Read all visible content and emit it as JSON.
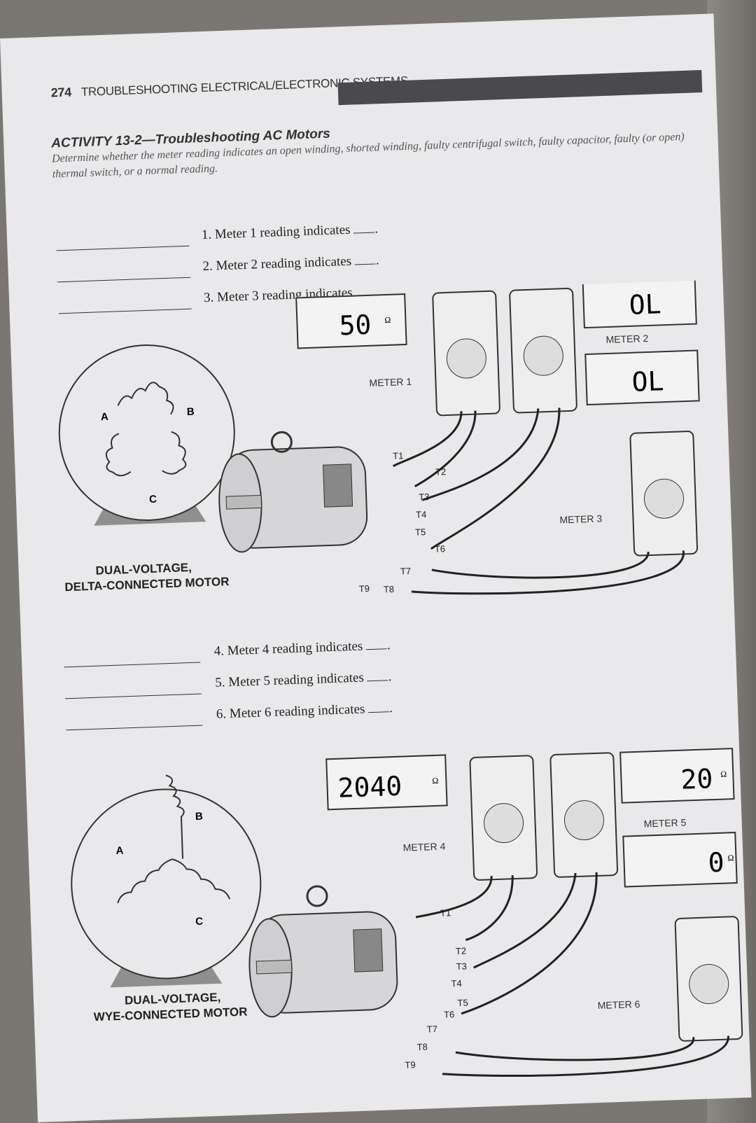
{
  "header": {
    "page_number": "274",
    "title": "TROUBLESHOOTING ELECTRICAL/ELECTRONIC SYSTEMS"
  },
  "activity": {
    "title": "ACTIVITY 13-2—Troubleshooting AC Motors",
    "instructions": "Determine whether the meter reading indicates an open winding, shorted winding, faulty centrifugal switch, faulty capacitor, faulty (or open) thermal switch, or a normal reading."
  },
  "questions_top": [
    {
      "num": "1.",
      "text": "Meter 1 reading indicates"
    },
    {
      "num": "2.",
      "text": "Meter 2 reading indicates"
    },
    {
      "num": "3.",
      "text": "Meter 3 reading indicates"
    }
  ],
  "questions_bottom": [
    {
      "num": "4.",
      "text": "Meter 4 reading indicates"
    },
    {
      "num": "5.",
      "text": "Meter 5 reading indicates"
    },
    {
      "num": "6.",
      "text": "Meter 6 reading indicates"
    }
  ],
  "diagram_top": {
    "caption_line1": "DUAL-VOLTAGE,",
    "caption_line2": "DELTA-CONNECTED MOTOR",
    "phase_labels": [
      "A",
      "B",
      "C"
    ],
    "terminals": [
      "T1",
      "T2",
      "T3",
      "T4",
      "T5",
      "T6",
      "T7",
      "T8",
      "T9"
    ],
    "meters": [
      {
        "label": "METER 1",
        "reading": "50",
        "unit": "Ω"
      },
      {
        "label": "METER 2",
        "reading": "OL",
        "unit": ""
      },
      {
        "label": "METER 3",
        "reading": "OL",
        "unit": ""
      }
    ]
  },
  "diagram_bottom": {
    "caption_line1": "DUAL-VOLTAGE,",
    "caption_line2": "WYE-CONNECTED MOTOR",
    "phase_labels": [
      "A",
      "B",
      "C"
    ],
    "terminals": [
      "T1",
      "T2",
      "T3",
      "T4",
      "T5",
      "T6",
      "T7",
      "T8",
      "T9"
    ],
    "meters": [
      {
        "label": "METER 4",
        "reading": "2040",
        "unit": "Ω"
      },
      {
        "label": "METER 5",
        "reading": "20",
        "unit": "Ω"
      },
      {
        "label": "METER 6",
        "reading": "0",
        "unit": "Ω"
      }
    ]
  }
}
